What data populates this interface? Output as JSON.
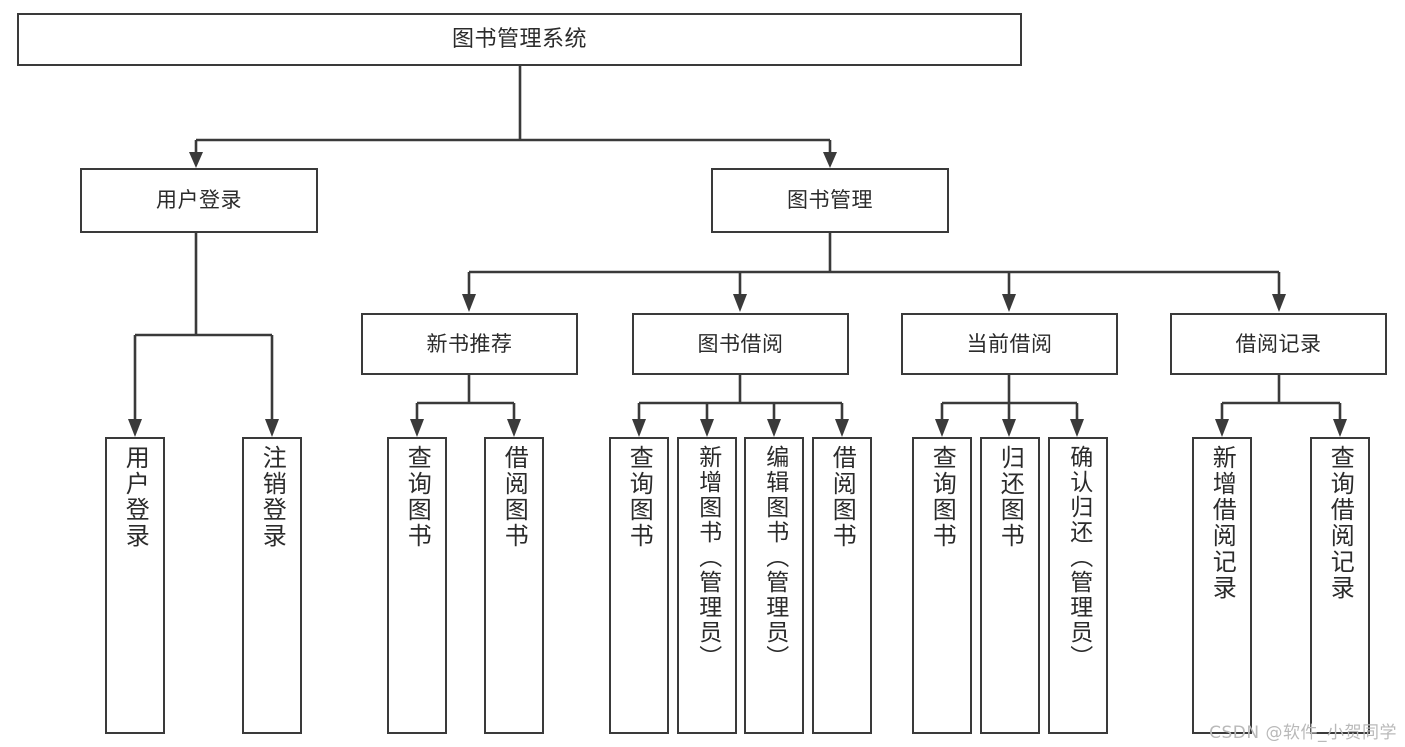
{
  "diagram": {
    "title": "图书管理系统",
    "type": "tree-hierarchy-chart",
    "root": {
      "id": "root",
      "label": "图书管理系统"
    },
    "level2": [
      {
        "id": "user-login",
        "label": "用户登录"
      },
      {
        "id": "book-management",
        "label": "图书管理"
      }
    ],
    "level3": [
      {
        "id": "new-book-recommend",
        "label": "新书推荐"
      },
      {
        "id": "book-borrow",
        "label": "图书借阅"
      },
      {
        "id": "current-borrow",
        "label": "当前借阅"
      },
      {
        "id": "borrow-record",
        "label": "借阅记录"
      }
    ],
    "leaves": {
      "user-login": [
        {
          "id": "leaf-user-login",
          "label": "用户登录"
        },
        {
          "id": "leaf-user-logout",
          "label": "注销登录"
        }
      ],
      "new-book-recommend": [
        {
          "id": "leaf-query-book-1",
          "label": "查询图书"
        },
        {
          "id": "leaf-borrow-book-1",
          "label": "借阅图书"
        }
      ],
      "book-borrow": [
        {
          "id": "leaf-query-book-2",
          "label": "查询图书"
        },
        {
          "id": "leaf-add-book",
          "label": "新增图书（管理员）"
        },
        {
          "id": "leaf-edit-book",
          "label": "编辑图书（管理员）"
        },
        {
          "id": "leaf-borrow-book-2",
          "label": "借阅图书"
        }
      ],
      "current-borrow": [
        {
          "id": "leaf-query-book-3",
          "label": "查询图书"
        },
        {
          "id": "leaf-return-book",
          "label": "归还图书"
        },
        {
          "id": "leaf-confirm-return",
          "label": "确认归还（管理员）"
        }
      ],
      "borrow-record": [
        {
          "id": "leaf-add-record",
          "label": "新增借阅记录"
        },
        {
          "id": "leaf-query-record",
          "label": "查询借阅记录"
        }
      ]
    }
  },
  "watermark": {
    "text": "CSDN @软件_小贺同学"
  },
  "colors": {
    "stroke": "#3a3a3a",
    "text": "#2b2b2b",
    "background": "#ffffff",
    "watermark": "#b9b9b9"
  }
}
